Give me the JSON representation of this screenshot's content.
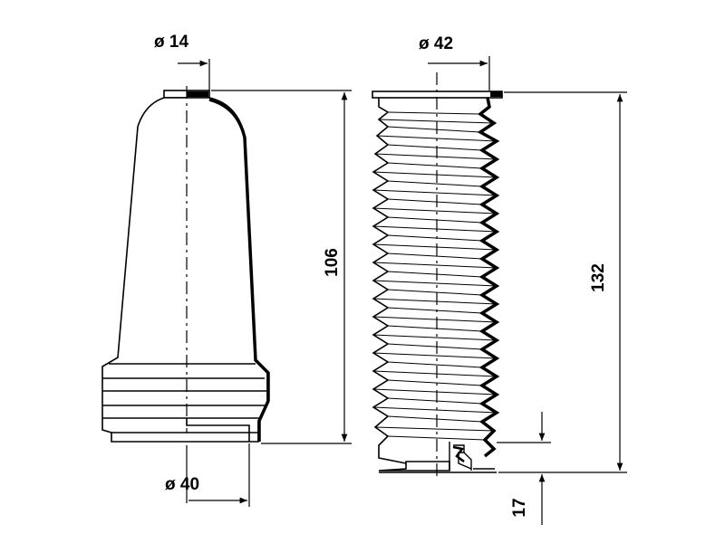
{
  "left_part": {
    "top_diameter": "ø 14",
    "bottom_diameter": "ø 40",
    "height": "106"
  },
  "right_part": {
    "diameter": "ø 42",
    "height": "132",
    "bottom_offset": "17"
  },
  "colors": {
    "line": "#000000",
    "background": "#ffffff"
  }
}
